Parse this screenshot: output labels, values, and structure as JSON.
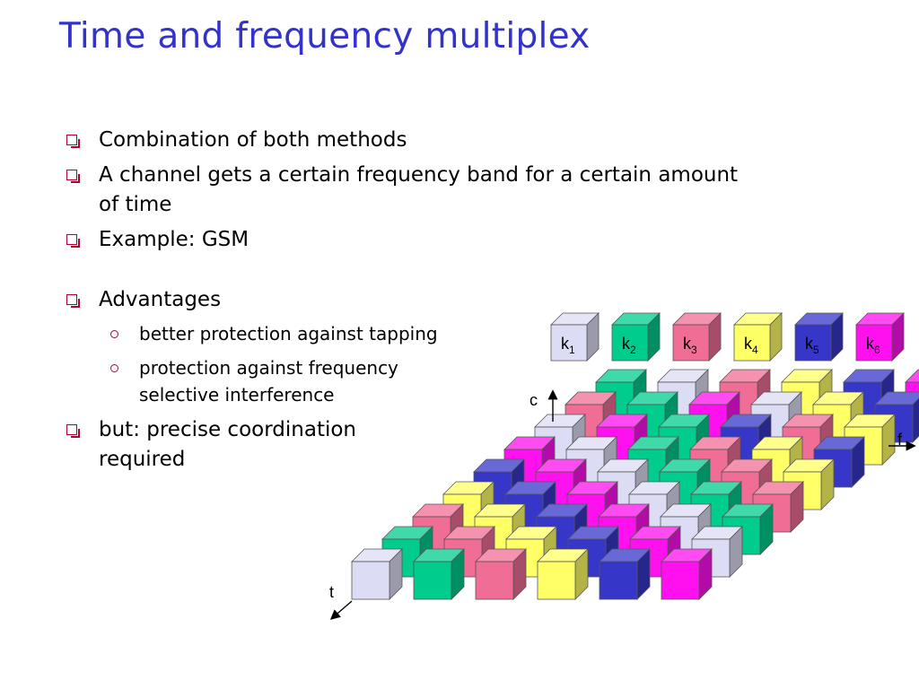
{
  "title": "Time and frequency multiplex",
  "bullets": [
    "Combination of both methods",
    "A channel gets a certain frequency band for a certain amount of time",
    "Example: GSM"
  ],
  "advantages": {
    "label": "Advantages",
    "items": [
      "better protection against tapping",
      "protection against frequency selective interference"
    ]
  },
  "drawback": "but: precise coordination required",
  "legend": [
    {
      "base": "k",
      "sub": "1",
      "color": "#dcdcf4"
    },
    {
      "base": "k",
      "sub": "2",
      "color": "#00cc8e"
    },
    {
      "base": "k",
      "sub": "3",
      "color": "#f06e96"
    },
    {
      "base": "k",
      "sub": "4",
      "color": "#ffff66"
    },
    {
      "base": "k",
      "sub": "5",
      "color": "#3636c8"
    },
    {
      "base": "k",
      "sub": "6",
      "color": "#ff10ee"
    }
  ],
  "axes": {
    "c": "c",
    "f": "f",
    "t": "t"
  },
  "grid": [
    [
      1,
      2,
      3,
      4,
      5,
      6
    ],
    [
      2,
      3,
      4,
      5,
      6,
      1
    ],
    [
      3,
      4,
      5,
      6,
      1,
      2
    ],
    [
      4,
      5,
      6,
      1,
      2,
      3
    ],
    [
      5,
      6,
      1,
      2,
      3,
      4
    ],
    [
      6,
      1,
      2,
      3,
      4,
      5
    ],
    [
      1,
      6,
      2,
      5,
      3,
      4
    ],
    [
      3,
      2,
      6,
      1,
      4,
      5
    ],
    [
      2,
      1,
      3,
      4,
      5,
      6
    ]
  ]
}
